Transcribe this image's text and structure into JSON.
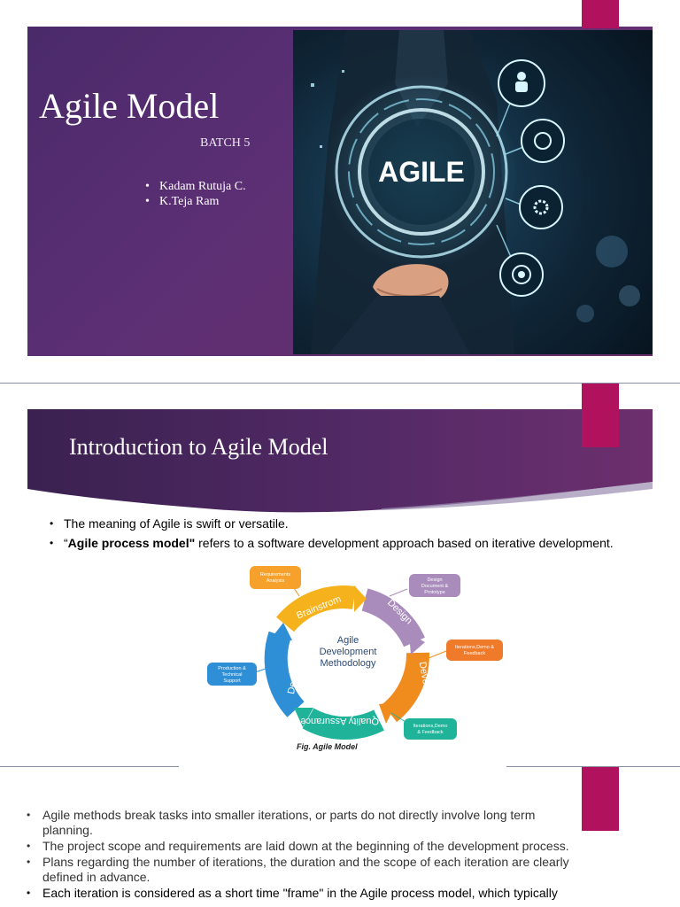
{
  "slide1": {
    "title": "Agile Model",
    "batch": "BATCH 5",
    "authors": [
      "Kadam Rutuja C.",
      "K.Teja Ram"
    ],
    "image_text": "AGILE"
  },
  "slide2": {
    "title": "Introduction to Agile Model",
    "bullet1": "The meaning of Agile is swift or versatile.",
    "bullet2_quote": "“",
    "bullet2_bold": "Agile process model\"",
    "bullet2_rest": " refers to a software development approach based on iterative development.",
    "diagram": {
      "center": [
        "Agile",
        "Development",
        "Methodology"
      ],
      "segments": [
        "Brainstrom",
        "Design",
        "Development",
        "Quality Assurance",
        "Deployment"
      ],
      "callouts": {
        "requirements": [
          "Requirements",
          "Analysis"
        ],
        "design_doc": [
          "Design",
          "Document &",
          "Prototype"
        ],
        "iterations_right": [
          "Iterations,Demo &",
          "Feedback"
        ],
        "iterations_bottom": [
          "Iterations,Demo",
          "& Feedback"
        ],
        "production": [
          "Production &",
          "Technical",
          "Support"
        ]
      },
      "caption": "Fig. Agile Model"
    }
  },
  "slide3": {
    "bullets": [
      "Agile methods break tasks into smaller iterations, or parts do not directly involve long term planning.",
      " The project scope and requirements are laid down at the beginning of the development process.",
      "Plans regarding the number of iterations, the duration and the scope of each iteration are clearly defined in advance.",
      "Each iteration is considered as a short time \"frame\" in the Agile process model, which typically"
    ]
  },
  "colors": {
    "accent": "#b0125e",
    "purple_dark": "#3d2458",
    "orange": "#f08c1e",
    "lavender": "#a98cbc",
    "blue": "#2f8fd6",
    "teal": "#1fb39a"
  }
}
